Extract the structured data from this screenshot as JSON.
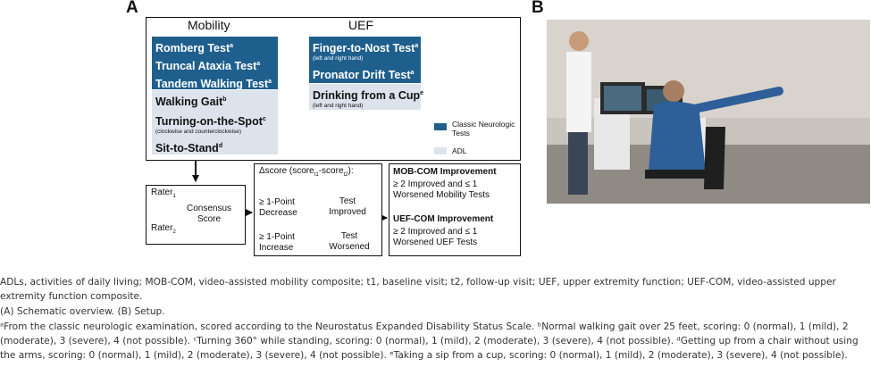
{
  "panel_labels": {
    "a": "A",
    "b": "B"
  },
  "panel_a": {
    "mobility_title": "Mobility",
    "uef_title": "UEF",
    "mobility_classic": [
      {
        "label": "Romberg Test",
        "sup": "a"
      },
      {
        "label": "Truncal Ataxia Test",
        "sup": "a"
      },
      {
        "label": "Tandem Walking Test",
        "sup": "a"
      }
    ],
    "mobility_adl": [
      {
        "label": "Walking Gait",
        "sup": "b",
        "note": ""
      },
      {
        "label": "Turning-on-the-Spot",
        "sup": "c",
        "note": "(clockwise and counterclockwise)"
      },
      {
        "label": "Sit-to-Stand",
        "sup": "d",
        "note": ""
      }
    ],
    "uef_classic": [
      {
        "label": "Finger-to-Nost Test",
        "sup": "a",
        "note": "(left and right hand)"
      },
      {
        "label": "Pronator Drift Test",
        "sup": "a",
        "note": ""
      }
    ],
    "uef_adl": [
      {
        "label": "Drinking from a Cup",
        "sup": "e",
        "note": "(left and right hand)"
      }
    ],
    "legend": {
      "classic": "Classic Neurologic Tests",
      "adl": "ADL",
      "classic_color": "#1f5f8d",
      "adl_color": "#dde3ec"
    },
    "raters": {
      "rater1": "Rater",
      "rater1_sub": "1",
      "rater2": "Rater",
      "rater2_sub": "2",
      "consensus": "Consensus Score"
    },
    "delta": {
      "title_prefix": "Δscore (score",
      "sub1": "t1",
      "dash": "-score",
      "sub2": "t2",
      "title_suffix": "):",
      "decrease": "≥ 1-Point Decrease",
      "improved": "Test Improved",
      "increase": "≥ 1-Point Increase",
      "worsened": "Test Worsened"
    },
    "composites": {
      "mob_title": "MOB-COM Improvement",
      "mob_text": "≥ 2 Improved and ≤ 1 Worsened Mobility Tests",
      "uef_title": "UEF-COM Improvement",
      "uef_text": "≥ 2 Improved and ≤ 1 Worsened UEF Tests"
    }
  },
  "caption": {
    "abbrev": "ADLs, activities of daily living; MOB-COM, video-assisted mobility composite; t1, baseline visit; t2, follow-up visit; UEF, upper extremity function; UEF-COM, video-assisted upper extremity function composite.",
    "panels": "(A) Schematic overview. (B) Setup.",
    "footnotes": "ᵃFrom the classic neurologic examination, scored according to the Neurostatus Expanded Disability Status Scale. ᵇNormal walking gait over 25 feet, scoring: 0 (normal), 1 (mild), 2 (moderate), 3 (severe), 4 (not possible). ᶜTurning 360° while standing, scoring: 0 (normal), 1 (mild), 2 (moderate), 3 (severe), 4 (not possible). ᵈGetting up from a chair without using the arms, scoring: 0 (normal), 1 (mild), 2 (moderate), 3 (severe), 4 (not possible). ᵉTaking a sip from a cup, scoring: 0 (normal), 1 (mild), 2 (moderate), 3 (severe), 4 (not possible)."
  }
}
